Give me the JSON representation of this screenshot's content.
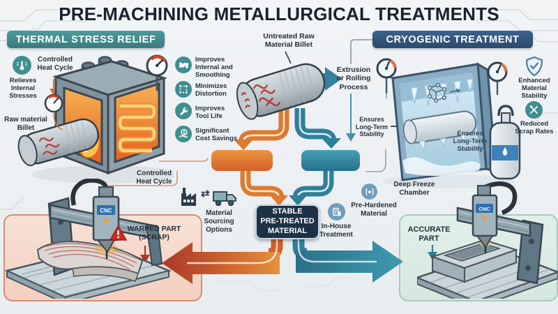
{
  "title": "PRE-MACHINING METALLURGICAL TREATMENTS",
  "colors": {
    "teal_header": "#3F8B8D",
    "navy_header": "#2F4E74",
    "orange_flow": "#E07A2F",
    "teal_flow": "#2E7D95",
    "scrap_red": "#A8392A",
    "stable_box_navy": "#1C3246",
    "warning_red": "#CE2B20"
  },
  "left": {
    "header": "THERMAL STRESS RELIEF",
    "relieves": "Relieves\nInternal\nStresses",
    "controlled_heat_top": "Controlled\nHeat Cycle",
    "raw_billet": "Raw material\nBillet",
    "controlled_heat_bottom": "Controlled\nHeat Cycle",
    "benefits": [
      {
        "icon": "grain-smoothing-icon",
        "label": "Improves\nInternal and\nSmoothing"
      },
      {
        "icon": "distortion-icon",
        "label": "Minimizes\nDistortion"
      },
      {
        "icon": "wrench-icon",
        "label": "Improves\nTool Life"
      },
      {
        "icon": "cost-savings-icon",
        "label": "Significant\nCost Savings"
      }
    ]
  },
  "center": {
    "untreated_billet": "Untreated Raw\nMaterial Billet",
    "extrusion": "Extrusion\nor Rolling\nProcess",
    "stable_box": "STABLE\nPRE-TREATED\nMATERIAL",
    "material_sourcing": "Material\nSourcing\nOptions",
    "in_house": "In-House\nTreatment",
    "pre_hardened": "Pre-Hardened\nMaterial"
  },
  "right": {
    "header": "CRYOGENIC TREATMENT",
    "ensures_left": "Ensures\nLong-Term\nStability",
    "ensures_inner": "Ensures\nLong-Term\nStability",
    "deep_freeze": "Deep Freeze\nChamber",
    "enhanced": "Enhanced\nMaterial\nStability",
    "reduced": "Reduced\nScrap Rates"
  },
  "bottom_left": {
    "warning_label": "WARPED PART\n(SCRAP)",
    "machine_label": "CNC"
  },
  "bottom_right": {
    "label": "ACCURATE\nPART",
    "machine_label": "CNC"
  },
  "icons": {
    "dollar": "$",
    "swap_arrows": "⇄"
  }
}
